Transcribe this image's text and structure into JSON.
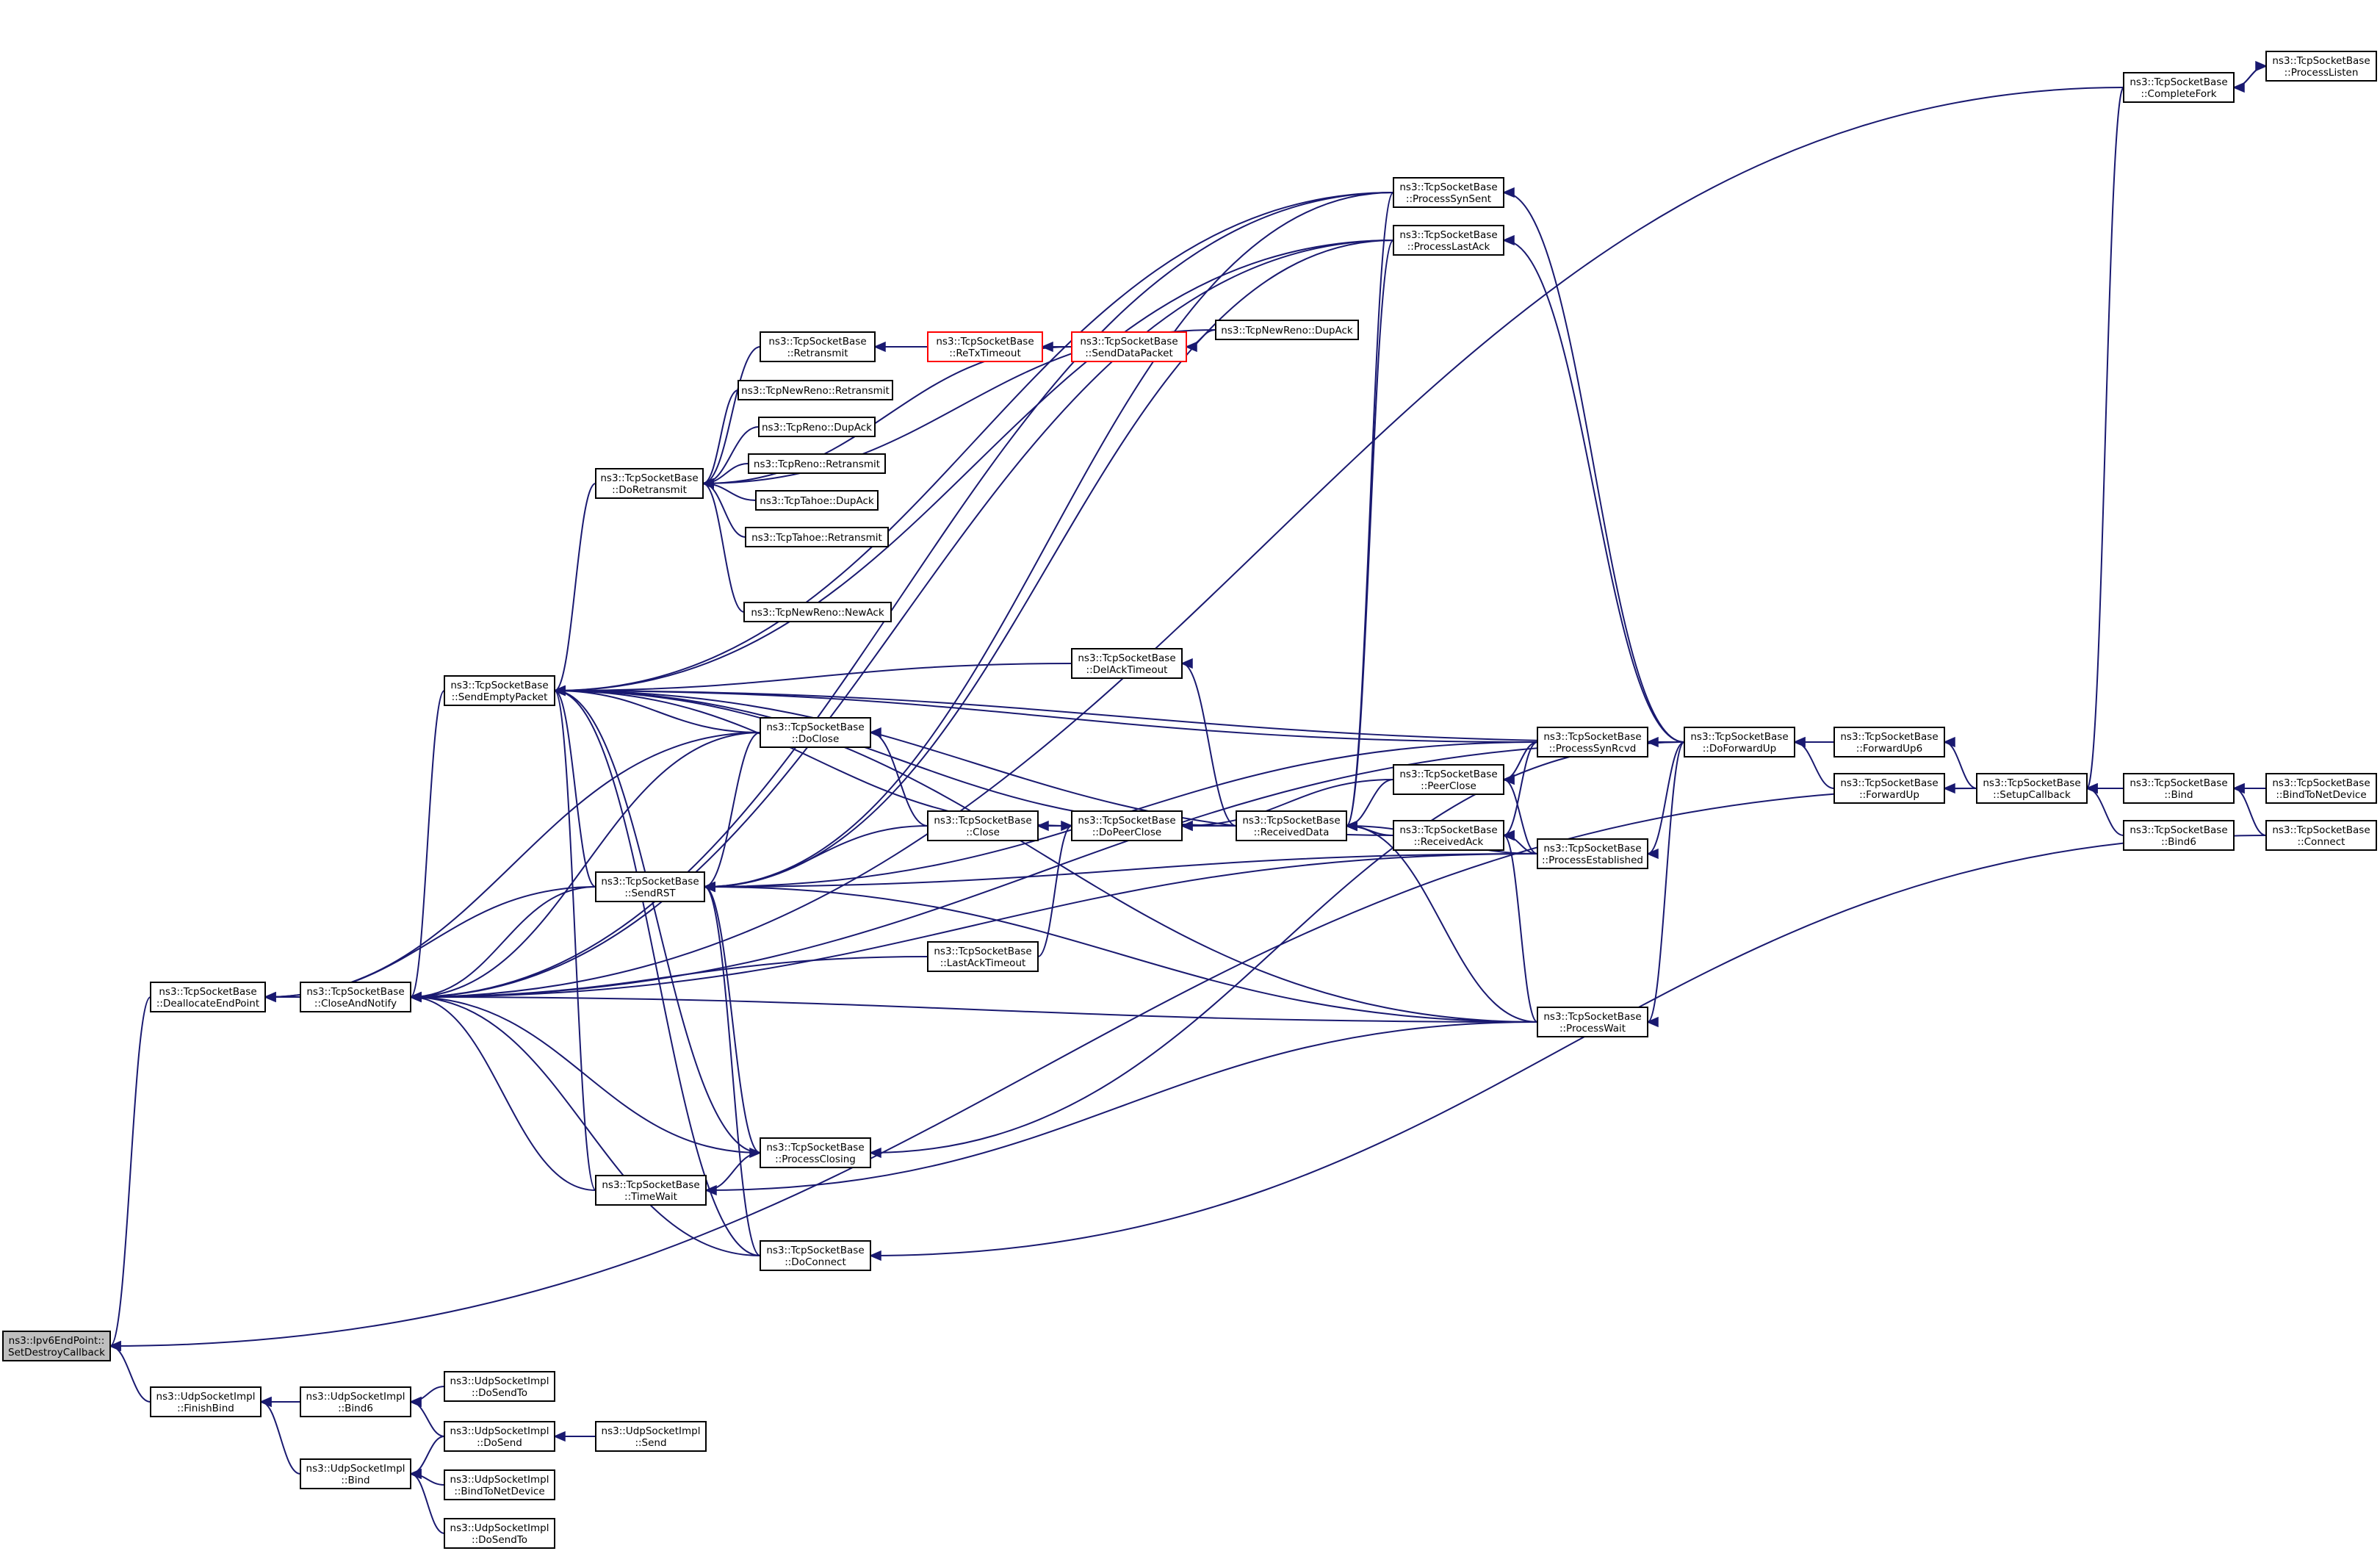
{
  "colors": {
    "edge": "#191970",
    "node_border": "#000000",
    "node_border_truncated": "#ff0000",
    "node_fill": "#ffffff",
    "node_fill_focus": "#bfbfbf"
  },
  "nodes": {
    "setdestroy": {
      "lines": [
        "ns3::Ipv6EndPoint::",
        "SetDestroyCallback"
      ],
      "focus": true
    },
    "dealloc": {
      "lines": [
        "ns3::TcpSocketBase",
        "::DeallocateEndPoint"
      ]
    },
    "closeandnotify": {
      "lines": [
        "ns3::TcpSocketBase",
        "::CloseAndNotify"
      ]
    },
    "sendempty": {
      "lines": [
        "ns3::TcpSocketBase",
        "::SendEmptyPacket"
      ]
    },
    "sendrst": {
      "lines": [
        "ns3::TcpSocketBase",
        "::SendRST"
      ]
    },
    "doretransmit": {
      "lines": [
        "ns3::TcpSocketBase",
        "::DoRetransmit"
      ]
    },
    "retransmit": {
      "lines": [
        "ns3::TcpSocketBase",
        "::Retransmit"
      ]
    },
    "retxtimeout": {
      "lines": [
        "ns3::TcpSocketBase",
        "::ReTxTimeout"
      ],
      "truncated": true
    },
    "senddatapacket": {
      "lines": [
        "ns3::TcpSocketBase",
        "::SendDataPacket"
      ],
      "truncated": true
    },
    "newrenodupack": {
      "lines": [
        "ns3::TcpNewReno::DupAck"
      ]
    },
    "newrenoretransmit": {
      "lines": [
        "ns3::TcpNewReno::Retransmit"
      ]
    },
    "renodupack": {
      "lines": [
        "ns3::TcpReno::DupAck"
      ]
    },
    "renoretransmit": {
      "lines": [
        "ns3::TcpReno::Retransmit"
      ]
    },
    "tahoedupack": {
      "lines": [
        "ns3::TcpTahoe::DupAck"
      ]
    },
    "tahoeretransmit": {
      "lines": [
        "ns3::TcpTahoe::Retransmit"
      ]
    },
    "newrenonewack": {
      "lines": [
        "ns3::TcpNewReno::NewAck"
      ]
    },
    "delacktimeout": {
      "lines": [
        "ns3::TcpSocketBase",
        "::DelAckTimeout"
      ]
    },
    "doclose": {
      "lines": [
        "ns3::TcpSocketBase",
        "::DoClose"
      ]
    },
    "close": {
      "lines": [
        "ns3::TcpSocketBase",
        "::Close"
      ]
    },
    "dopeerclose": {
      "lines": [
        "ns3::TcpSocketBase",
        "::DoPeerClose"
      ]
    },
    "receiveddata": {
      "lines": [
        "ns3::TcpSocketBase",
        "::ReceivedData"
      ]
    },
    "peerclose": {
      "lines": [
        "ns3::TcpSocketBase",
        "::PeerClose"
      ]
    },
    "receivedack": {
      "lines": [
        "ns3::TcpSocketBase",
        "::ReceivedAck"
      ]
    },
    "processsynrcvd": {
      "lines": [
        "ns3::TcpSocketBase",
        "::ProcessSynRcvd"
      ]
    },
    "processestablished": {
      "lines": [
        "ns3::TcpSocketBase",
        "::ProcessEstablished"
      ]
    },
    "processwait": {
      "lines": [
        "ns3::TcpSocketBase",
        "::ProcessWait"
      ]
    },
    "lastacktimeout": {
      "lines": [
        "ns3::TcpSocketBase",
        "::LastAckTimeout"
      ]
    },
    "processclosing": {
      "lines": [
        "ns3::TcpSocketBase",
        "::ProcessClosing"
      ]
    },
    "timewait": {
      "lines": [
        "ns3::TcpSocketBase",
        "::TimeWait"
      ]
    },
    "doconnect": {
      "lines": [
        "ns3::TcpSocketBase",
        "::DoConnect"
      ]
    },
    "processsynsent": {
      "lines": [
        "ns3::TcpSocketBase",
        "::ProcessSynSent"
      ]
    },
    "processlastack": {
      "lines": [
        "ns3::TcpSocketBase",
        "::ProcessLastAck"
      ]
    },
    "doforwardup": {
      "lines": [
        "ns3::TcpSocketBase",
        "::DoForwardUp"
      ]
    },
    "forwardup6": {
      "lines": [
        "ns3::TcpSocketBase",
        "::ForwardUp6"
      ]
    },
    "forwardup": {
      "lines": [
        "ns3::TcpSocketBase",
        "::ForwardUp"
      ]
    },
    "setupcallback": {
      "lines": [
        "ns3::TcpSocketBase",
        "::SetupCallback"
      ]
    },
    "bind": {
      "lines": [
        "ns3::TcpSocketBase",
        "::Bind"
      ]
    },
    "bind6": {
      "lines": [
        "ns3::TcpSocketBase",
        "::Bind6"
      ]
    },
    "bindtonetdevice": {
      "lines": [
        "ns3::TcpSocketBase",
        "::BindToNetDevice"
      ]
    },
    "connect": {
      "lines": [
        "ns3::TcpSocketBase",
        "::Connect"
      ]
    },
    "completefork": {
      "lines": [
        "ns3::TcpSocketBase",
        "::CompleteFork"
      ]
    },
    "processlisten": {
      "lines": [
        "ns3::TcpSocketBase",
        "::ProcessListen"
      ]
    },
    "udpfinishbind": {
      "lines": [
        "ns3::UdpSocketImpl",
        "::FinishBind"
      ]
    },
    "udpbind6": {
      "lines": [
        "ns3::UdpSocketImpl",
        "::Bind6"
      ]
    },
    "udpbind": {
      "lines": [
        "ns3::UdpSocketImpl",
        "::Bind"
      ]
    },
    "udpdosendto1": {
      "lines": [
        "ns3::UdpSocketImpl",
        "::DoSendTo"
      ]
    },
    "udpdosend": {
      "lines": [
        "ns3::UdpSocketImpl",
        "::DoSend"
      ]
    },
    "udpsend": {
      "lines": [
        "ns3::UdpSocketImpl",
        "::Send"
      ]
    },
    "udpbindtonetdevice": {
      "lines": [
        "ns3::UdpSocketImpl",
        "::BindToNetDevice"
      ]
    },
    "udpdosendto2": {
      "lines": [
        "ns3::UdpSocketImpl",
        "::DoSendTo"
      ]
    }
  },
  "edges": [
    [
      "dealloc",
      "setdestroy"
    ],
    [
      "udpfinishbind",
      "setdestroy"
    ],
    [
      "setupcallback",
      "setdestroy"
    ],
    [
      "closeandnotify",
      "dealloc"
    ],
    [
      "sendrst",
      "dealloc"
    ],
    [
      "doclose",
      "dealloc"
    ],
    [
      "sendempty",
      "closeandnotify"
    ],
    [
      "sendrst",
      "closeandnotify"
    ],
    [
      "doclose",
      "closeandnotify"
    ],
    [
      "lastacktimeout",
      "closeandnotify"
    ],
    [
      "processestablished",
      "closeandnotify"
    ],
    [
      "processclosing",
      "closeandnotify"
    ],
    [
      "timewait",
      "closeandnotify"
    ],
    [
      "doconnect",
      "closeandnotify"
    ],
    [
      "processwait",
      "closeandnotify"
    ],
    [
      "processsynsent",
      "closeandnotify"
    ],
    [
      "processlastack",
      "closeandnotify"
    ],
    [
      "doforwardup",
      "closeandnotify"
    ],
    [
      "completefork",
      "closeandnotify"
    ],
    [
      "doretransmit",
      "sendempty"
    ],
    [
      "sendrst",
      "sendempty"
    ],
    [
      "delacktimeout",
      "sendempty"
    ],
    [
      "doclose",
      "sendempty"
    ],
    [
      "dopeerclose",
      "sendempty"
    ],
    [
      "receiveddata",
      "sendempty"
    ],
    [
      "processclosing",
      "sendempty"
    ],
    [
      "timewait",
      "sendempty"
    ],
    [
      "doconnect",
      "sendempty"
    ],
    [
      "processwait",
      "sendempty"
    ],
    [
      "processsynsent",
      "sendempty"
    ],
    [
      "processlastack",
      "sendempty"
    ],
    [
      "processsynrcvd",
      "sendempty"
    ],
    [
      "doforwardup",
      "sendempty"
    ],
    [
      "receivedack",
      "sendempty"
    ],
    [
      "doclose",
      "sendrst"
    ],
    [
      "close",
      "sendrst"
    ],
    [
      "processsynrcvd",
      "sendrst"
    ],
    [
      "processestablished",
      "sendrst"
    ],
    [
      "processwait",
      "sendrst"
    ],
    [
      "processclosing",
      "sendrst"
    ],
    [
      "doconnect",
      "sendrst"
    ],
    [
      "processsynsent",
      "sendrst"
    ],
    [
      "processlastack",
      "sendrst"
    ],
    [
      "retransmit",
      "doretransmit"
    ],
    [
      "newrenoretransmit",
      "doretransmit"
    ],
    [
      "renodupack",
      "doretransmit"
    ],
    [
      "renoretransmit",
      "doretransmit"
    ],
    [
      "tahoedupack",
      "doretransmit"
    ],
    [
      "tahoeretransmit",
      "doretransmit"
    ],
    [
      "newrenonewack",
      "doretransmit"
    ],
    [
      "senddatapacket",
      "doretransmit"
    ],
    [
      "newrenodupack",
      "doretransmit"
    ],
    [
      "retxtimeout",
      "retransmit"
    ],
    [
      "senddatapacket",
      "retxtimeout"
    ],
    [
      "newrenodupack",
      "senddatapacket"
    ],
    [
      "receiveddata",
      "delacktimeout"
    ],
    [
      "close",
      "doclose"
    ],
    [
      "dopeerclose",
      "close"
    ],
    [
      "receiveddata",
      "dopeerclose"
    ],
    [
      "peerclose",
      "dopeerclose"
    ],
    [
      "lastacktimeout",
      "dopeerclose"
    ],
    [
      "peerclose",
      "receiveddata"
    ],
    [
      "receivedack",
      "receiveddata"
    ],
    [
      "processestablished",
      "receiveddata"
    ],
    [
      "processwait",
      "receiveddata"
    ],
    [
      "processsynsent",
      "receiveddata"
    ],
    [
      "processlastack",
      "receiveddata"
    ],
    [
      "processsynrcvd",
      "peerclose"
    ],
    [
      "processestablished",
      "peerclose"
    ],
    [
      "processsynrcvd",
      "receivedack"
    ],
    [
      "processestablished",
      "receivedack"
    ],
    [
      "processwait",
      "receivedack"
    ],
    [
      "doforwardup",
      "processsynrcvd"
    ],
    [
      "doforwardup",
      "processestablished"
    ],
    [
      "doforwardup",
      "processwait"
    ],
    [
      "doforwardup",
      "processclosing"
    ],
    [
      "doforwardup",
      "processsynsent"
    ],
    [
      "doforwardup",
      "processlastack"
    ],
    [
      "timewait",
      "processclosing"
    ],
    [
      "processwait",
      "timewait"
    ],
    [
      "connect",
      "doconnect"
    ],
    [
      "forwardup6",
      "doforwardup"
    ],
    [
      "forwardup",
      "doforwardup"
    ],
    [
      "setupcallback",
      "forwardup6"
    ],
    [
      "setupcallback",
      "forwardup"
    ],
    [
      "bind",
      "setupcallback"
    ],
    [
      "bind6",
      "setupcallback"
    ],
    [
      "completefork",
      "setupcallback"
    ],
    [
      "bindtonetdevice",
      "bind"
    ],
    [
      "connect",
      "bind"
    ],
    [
      "processlisten",
      "completefork"
    ],
    [
      "completefork",
      "processlisten"
    ],
    [
      "udpbind6",
      "udpfinishbind"
    ],
    [
      "udpbind",
      "udpfinishbind"
    ],
    [
      "udpdosendto1",
      "udpbind6"
    ],
    [
      "udpdosend",
      "udpbind6"
    ],
    [
      "udpdosend",
      "udpbind"
    ],
    [
      "udpbindtonetdevice",
      "udpbind"
    ],
    [
      "udpdosendto2",
      "udpbind"
    ],
    [
      "udpsend",
      "udpdosend"
    ]
  ]
}
